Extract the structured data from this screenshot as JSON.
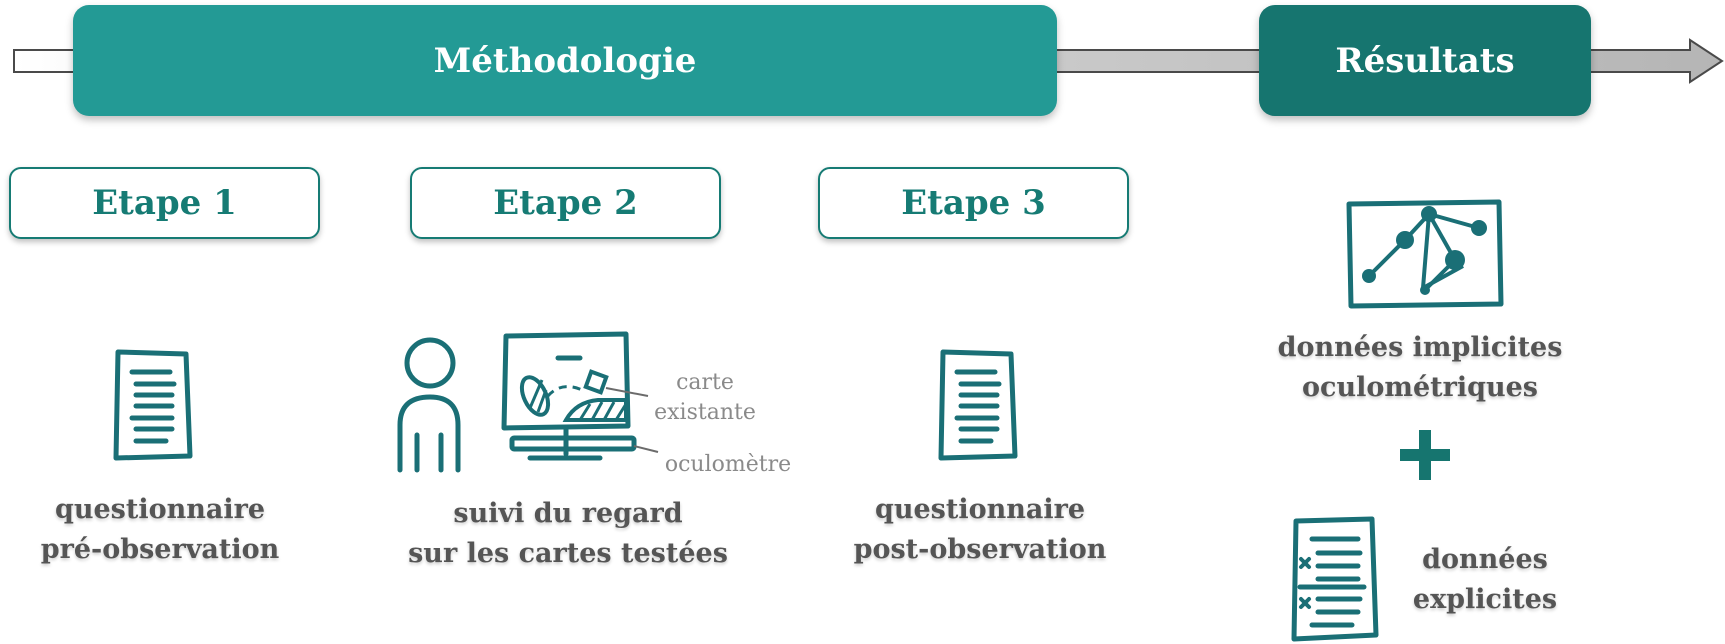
{
  "timeline": {
    "methodology_label": "Méthodologie",
    "results_label": "Résultats"
  },
  "steps": [
    {
      "label": "Etape 1",
      "caption_lines": [
        "questionnaire",
        "pré-observation"
      ],
      "icon": "questionnaire-icon"
    },
    {
      "label": "Etape 2",
      "caption_lines": [
        "suivi du regard",
        "sur les cartes testées"
      ],
      "icon": "eye-tracking-setup-icon"
    },
    {
      "label": "Etape 3",
      "caption_lines": [
        "questionnaire",
        "post-observation"
      ],
      "icon": "questionnaire-icon"
    }
  ],
  "setup_labels": {
    "map_line1": "carte",
    "map_line2": "existante",
    "tracker": "oculomètre"
  },
  "results": {
    "implicit_lines": [
      "données implicites",
      "oculométriques"
    ],
    "plus": "+",
    "explicit_lines": [
      "données",
      "explicites"
    ]
  },
  "colors": {
    "methodology": "#239a95",
    "results": "#16756f",
    "accent": "#167b74",
    "caption": "#555555"
  }
}
